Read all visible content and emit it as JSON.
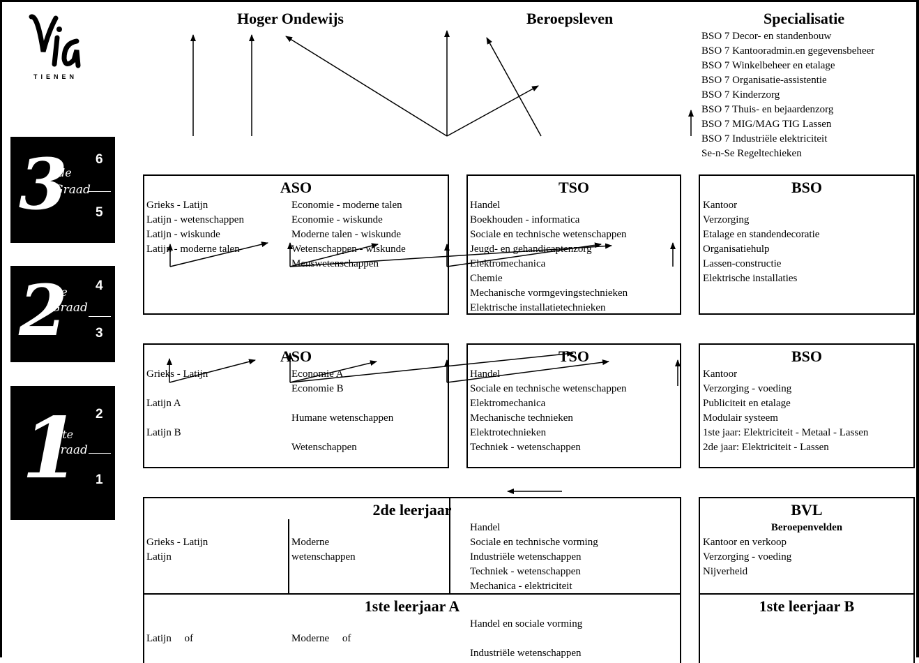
{
  "logo": {
    "brand": "Via",
    "city": "TIENEN"
  },
  "top": {
    "higher_education": "Hoger Ondewijs",
    "professional_life": "Beroepsleven",
    "specialisation": "Specialisatie"
  },
  "specialisation_items": [
    "BSO 7 Decor- en standenbouw",
    "BSO 7 Kantooradmin.en gegevensbeheer",
    "BSO 7 Winkelbeheer en etalage",
    "BSO 7 Organisatie-assistentie",
    "BSO 7 Kinderzorg",
    "BSO 7 Thuis- en bejaardenzorg",
    "BSO 7 MIG/MAG TIG Lassen",
    "BSO 7 Industriële elektriciteit",
    "Se-n-Se Regeltechieken"
  ],
  "grades": [
    {
      "digit": "3",
      "sup": "de",
      "word": "Graad",
      "upper": "6",
      "lower": "5"
    },
    {
      "digit": "2",
      "sup": "de",
      "word": "Graad",
      "upper": "4",
      "lower": "3"
    },
    {
      "digit": "1",
      "sup": "ste",
      "word": "Graad",
      "upper": "2",
      "lower": "1"
    }
  ],
  "grade3": {
    "aso_title": "ASO",
    "aso_col1": [
      "Grieks - Latijn",
      "Latijn - wetenschappen",
      "Latijn - wiskunde",
      "Latijn - moderne talen"
    ],
    "aso_col2": [
      "Economie - moderne talen",
      "Economie - wiskunde",
      "Moderne talen - wiskunde",
      "Wetenschappen - wiskunde",
      "Menswetenschappen"
    ],
    "tso_title": "TSO",
    "tso_items": [
      "Handel",
      "Boekhouden - informatica",
      "Sociale en technische wetenschappen",
      "Jeugd- en gehandicaptenzorg",
      "Elektromechanica",
      "Chemie",
      "Mechanische vormgevingstechnieken",
      "Elektrische installatietechnieken"
    ],
    "bso_title": "BSO",
    "bso_items": [
      "Kantoor",
      "Verzorging",
      "Etalage en standendecoratie",
      "Organisatiehulp",
      "Lassen-constructie",
      "Elektrische installaties"
    ]
  },
  "grade2": {
    "aso_title": "ASO",
    "aso_col1": [
      "Grieks - Latijn",
      "",
      "Latijn A",
      "",
      "Latijn B"
    ],
    "aso_col2": [
      "Economie A",
      "Economie B",
      "",
      "Humane wetenschappen",
      "",
      "Wetenschappen"
    ],
    "tso_title": "TSO",
    "tso_items": [
      "Handel",
      "Sociale en technische wetenschappen",
      "Elektromechanica",
      "Mechanische technieken",
      "Elektrotechnieken",
      "Techniek - wetenschappen"
    ],
    "bso_title": "BSO",
    "bso_items": [
      "Kantoor",
      "Verzorging - voeding",
      "Publiciteit en etalage",
      "Modulair systeem",
      "1ste jaar: Elektriciteit - Metaal - Lassen",
      "2de jaar: Elektriciteit - Lassen"
    ]
  },
  "second_year": {
    "title": "2de leerjaar",
    "col1": [
      "Grieks - Latijn",
      "Latijn"
    ],
    "col2": [
      "Moderne",
      "wetenschappen"
    ],
    "col3": [
      "Handel",
      "Sociale en technische vorming",
      "Industriële wetenschappen",
      "Techniek - wetenschappen",
      "Mechanica - elektriciteit"
    ],
    "bvl_title": "BVL",
    "bvl_subtitle": "Beroepenvelden",
    "bvl_items": [
      "Kantoor en verkoop",
      "Verzorging - voeding",
      "Nijverheid"
    ]
  },
  "first_year": {
    "title_a": "1ste leerjaar A",
    "title_b": "1ste leerjaar B",
    "col1": "Latijn     of",
    "col2": "Moderne     of",
    "col3": [
      "Handel en sociale vorming",
      "Industriële wetenschappen"
    ]
  }
}
